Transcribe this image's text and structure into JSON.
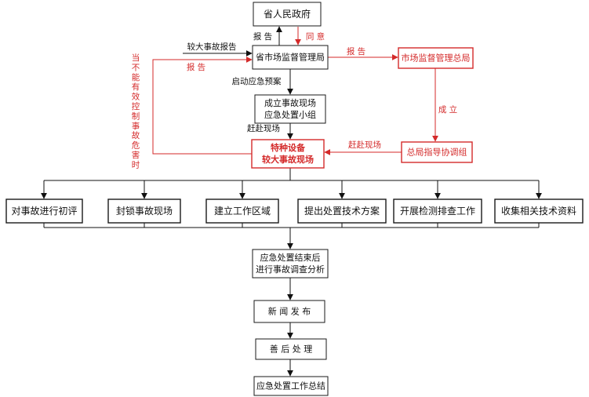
{
  "nodes": {
    "provincial_government": {
      "lines": [
        "省人民政府"
      ]
    },
    "provincial_bureau": {
      "lines": [
        "省市场监督管理局"
      ]
    },
    "state_administration": {
      "lines": [
        "市场监督管理总局"
      ]
    },
    "emergency_team": {
      "lines": [
        "成立事故现场",
        "应急处置小组"
      ]
    },
    "accident_scene": {
      "lines": [
        "特种设备",
        "较大事故现场"
      ]
    },
    "coordination_group": {
      "lines": [
        "总局指导协调组"
      ]
    },
    "preliminary_assessment": {
      "lines": [
        "对事故进行初评"
      ]
    },
    "seal_scene": {
      "lines": [
        "封锁事故现场"
      ]
    },
    "work_zone": {
      "lines": [
        "建立工作区域"
      ]
    },
    "technical_plan": {
      "lines": [
        "提出处置技术方案"
      ]
    },
    "inspection": {
      "lines": [
        "开展检测排查工作"
      ]
    },
    "technical_data": {
      "lines": [
        "收集相关技术资料"
      ]
    },
    "investigation": {
      "lines": [
        "应急处置结束后",
        "进行事故调查分析"
      ]
    },
    "press_release": {
      "lines": [
        "新 闻 发 布"
      ]
    },
    "aftermath": {
      "lines": [
        "善 后 处 理"
      ]
    },
    "summary": {
      "lines": [
        "应急处置工作总结"
      ]
    }
  },
  "edges": {
    "report_up": "报 告",
    "approve_down": "同 意",
    "major_accident_report": "较大事故报告",
    "report_red_left": "报 告",
    "report_red_right": "报 告",
    "activate_plan": "启动应急预案",
    "go_to_scene": "赶赴现场",
    "establish": "成 立",
    "go_to_scene_red": "赶赴现场",
    "uncontrollable_note": "当不能有效控制事故危害时"
  },
  "colors": {
    "black": "#111111",
    "red": "#d42a2a"
  }
}
